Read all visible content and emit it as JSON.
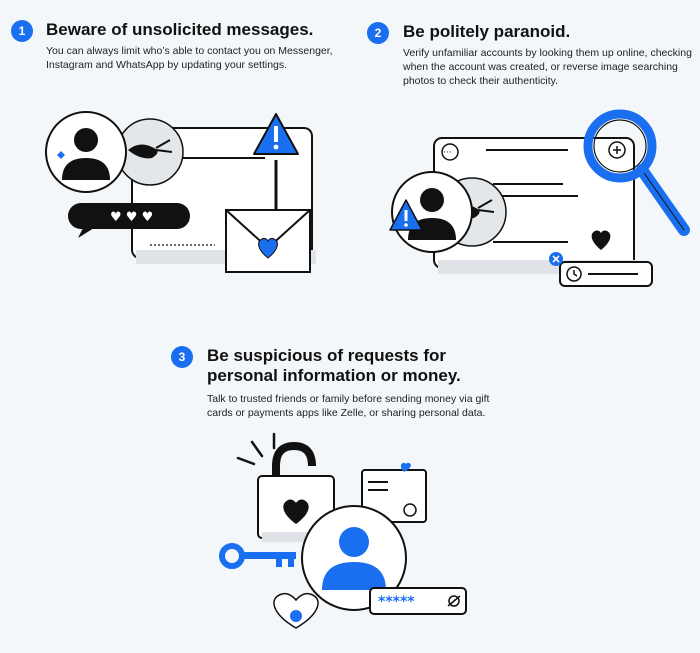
{
  "tips": [
    {
      "number": "1",
      "title": "Beware of unsolicited messages.",
      "body": "You can always limit who’s able to contact you on Messenger, Instagram and WhatsApp by updating your settings."
    },
    {
      "number": "2",
      "title": "Be politely paranoid.",
      "body": "Verify unfamiliar accounts by looking them up online, checking when the account was created, or reverse image searching photos to check their authenticity."
    },
    {
      "number": "3",
      "title_line1": "Be suspicious of requests for",
      "title_line2": "personal information or money.",
      "body": "Talk to trusted friends or family before sending money via gift cards or payments apps like Zelle, or sharing personal data."
    }
  ],
  "illustrations": {
    "password_mask": "*****"
  },
  "colors": {
    "accent": "#1a6ff0",
    "background": "#f3f7fa",
    "ink": "#111111"
  },
  "icons": [
    "warning-icon",
    "envelope-icon",
    "heart-icon",
    "mask-icon",
    "avatar-icon",
    "magnifier-icon",
    "clock-icon",
    "close-icon",
    "padlock-icon",
    "key-icon",
    "eye-off-icon",
    "ellipsis-icon"
  ]
}
